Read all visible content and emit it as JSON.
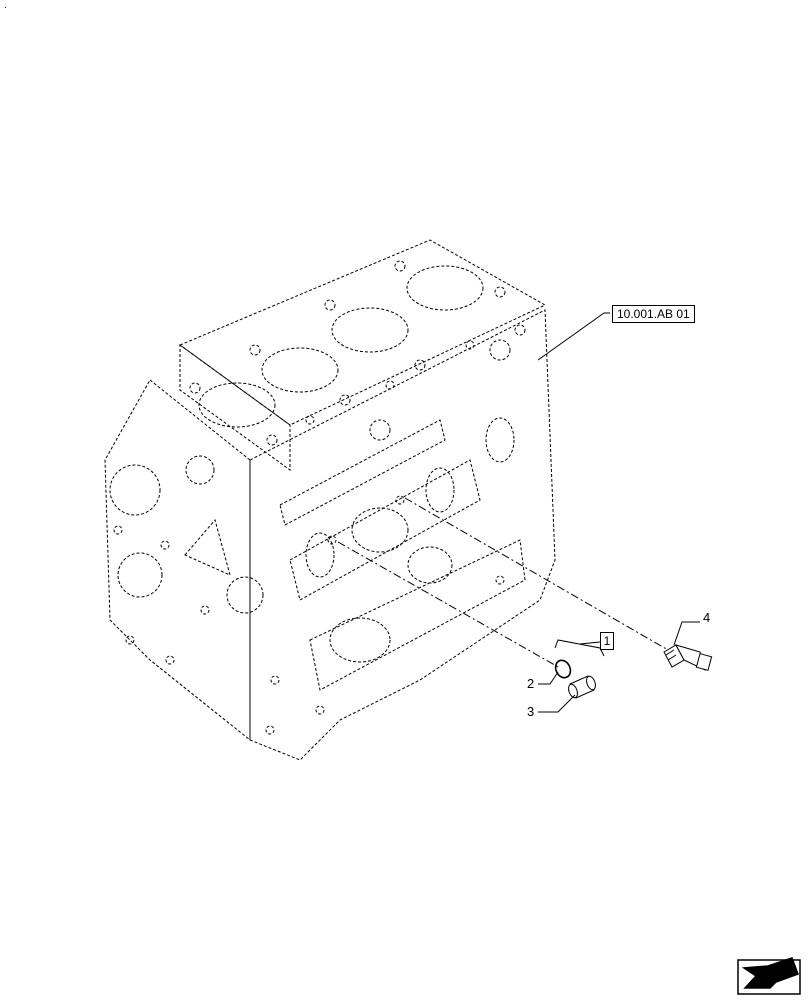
{
  "corner_mark": ".",
  "reference": {
    "label": "10.001.AB 01"
  },
  "kit": {
    "label": "1"
  },
  "callouts": [
    {
      "label": "2"
    },
    {
      "label": "3"
    },
    {
      "label": "4"
    }
  ],
  "icons": {
    "engine": "engine-block-icon",
    "nav": "next-page-arrow-icon"
  }
}
